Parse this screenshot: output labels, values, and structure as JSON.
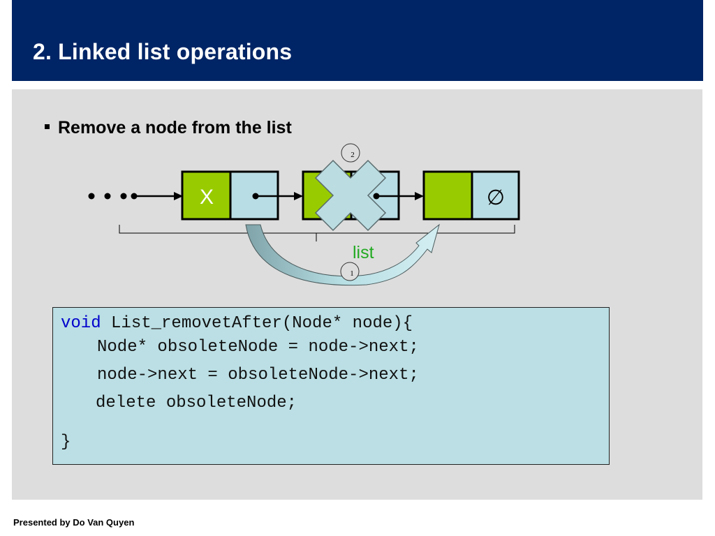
{
  "slide": {
    "title": "2. Linked list operations",
    "bullet": "Remove a node from the list",
    "footer": "Presented by Do Van Quyen"
  },
  "diagram": {
    "node1_value": "X",
    "null_symbol": "∅",
    "list_label": "list",
    "step1_label": "1",
    "step2_label": "2",
    "colors": {
      "value_cell": "#99cc00",
      "pointer_cell": "#b9dde4",
      "cross": "#bbdde2",
      "arc": "#b7dfe4",
      "list_label": "#22aa22"
    }
  },
  "code": {
    "keyword": "void",
    "line1_rest": " List_removetAfter(Node* node){",
    "line2": "Node* obsoleteNode = node->next;",
    "line3": "node->next = obsoleteNode->next;",
    "line4": "delete obsoleteNode;",
    "line5": "}"
  }
}
